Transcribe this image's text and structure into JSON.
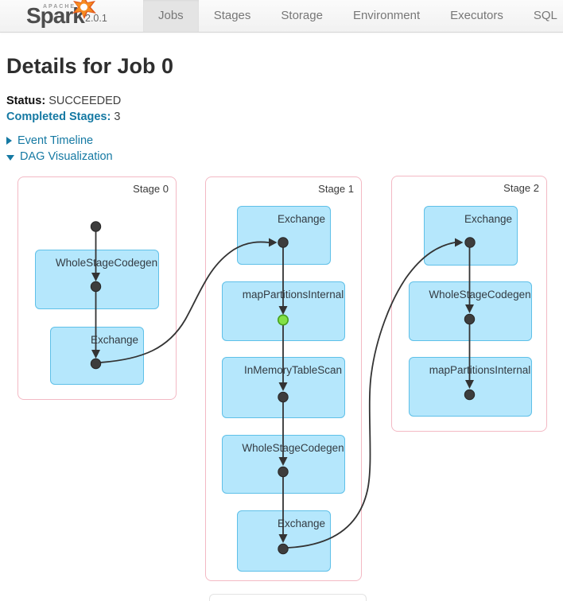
{
  "navbar": {
    "logo": {
      "apache": "APACHE",
      "name": "Spark",
      "version": "2.0.1"
    },
    "tabs": [
      {
        "label": "Jobs",
        "active": true
      },
      {
        "label": "Stages",
        "active": false
      },
      {
        "label": "Storage",
        "active": false
      },
      {
        "label": "Environment",
        "active": false
      },
      {
        "label": "Executors",
        "active": false
      },
      {
        "label": "SQL",
        "active": false
      }
    ]
  },
  "page": {
    "title": "Details for Job 0",
    "status_label": "Status:",
    "status_value": "SUCCEEDED",
    "completed_stages_label": "Completed Stages:",
    "completed_stages_value": "3",
    "event_timeline_label": "Event Timeline",
    "dag_visualization_label": "DAG Visualization"
  },
  "icons": {
    "event_timeline": "triangle-right-collapsed-icon",
    "dag_visualization": "triangle-down-expanded-icon",
    "spark_star": "orange-starburst-icon"
  },
  "dag": {
    "stages": [
      {
        "label": "Stage 0",
        "ops": [
          "WholeStageCodegen",
          "Exchange"
        ]
      },
      {
        "label": "Stage 1",
        "ops": [
          "Exchange",
          "mapPartitionsInternal",
          "InMemoryTableScan",
          "WholeStageCodegen",
          "Exchange"
        ]
      },
      {
        "label": "Stage 2",
        "ops": [
          "Exchange",
          "WholeStageCodegen",
          "mapPartitionsInternal"
        ]
      }
    ],
    "cached_node_stage": "Stage 1",
    "cached_node_op": "mapPartitionsInternal"
  },
  "colors": {
    "link_teal": "#1579a3",
    "operator_fill": "#b5e7fc",
    "operator_border": "#5fc0e8",
    "stage_border": "#f3b9c4",
    "edge": "#333333",
    "node": "#3d3d3d",
    "cached_node_fill": "#82e146",
    "cached_node_border": "#46a01e",
    "spark_orange": "#e25a1c",
    "active_tab_bg": "#e4e4e4"
  }
}
